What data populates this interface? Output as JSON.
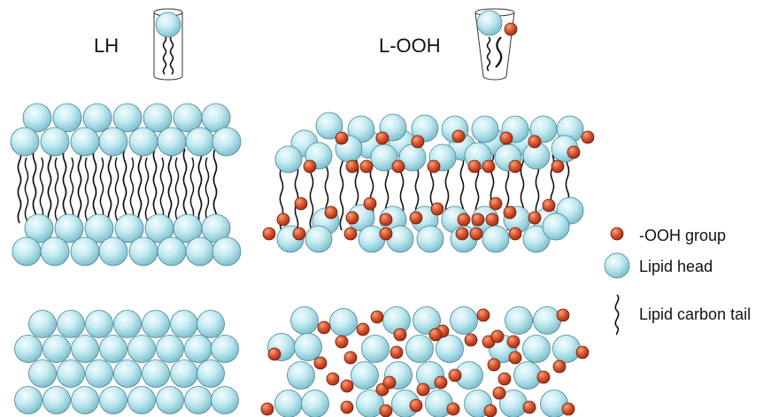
{
  "labels": {
    "lh": "LH",
    "looh": "L-OOH"
  },
  "legend": {
    "ooh_group": "-OOH group",
    "lipid_head": "Lipid head",
    "lipid_tail": "Lipid carbon tail"
  },
  "colors": {
    "head_light": "#e8f8fb",
    "head_mid": "#b7e6ef",
    "head_dark": "#6fb8c8",
    "head_stroke": "#4e8593",
    "ooh_light": "#f08a5e",
    "ooh_dark": "#b3311a",
    "ooh_stroke": "#6e1e10",
    "tail": "#111111"
  }
}
